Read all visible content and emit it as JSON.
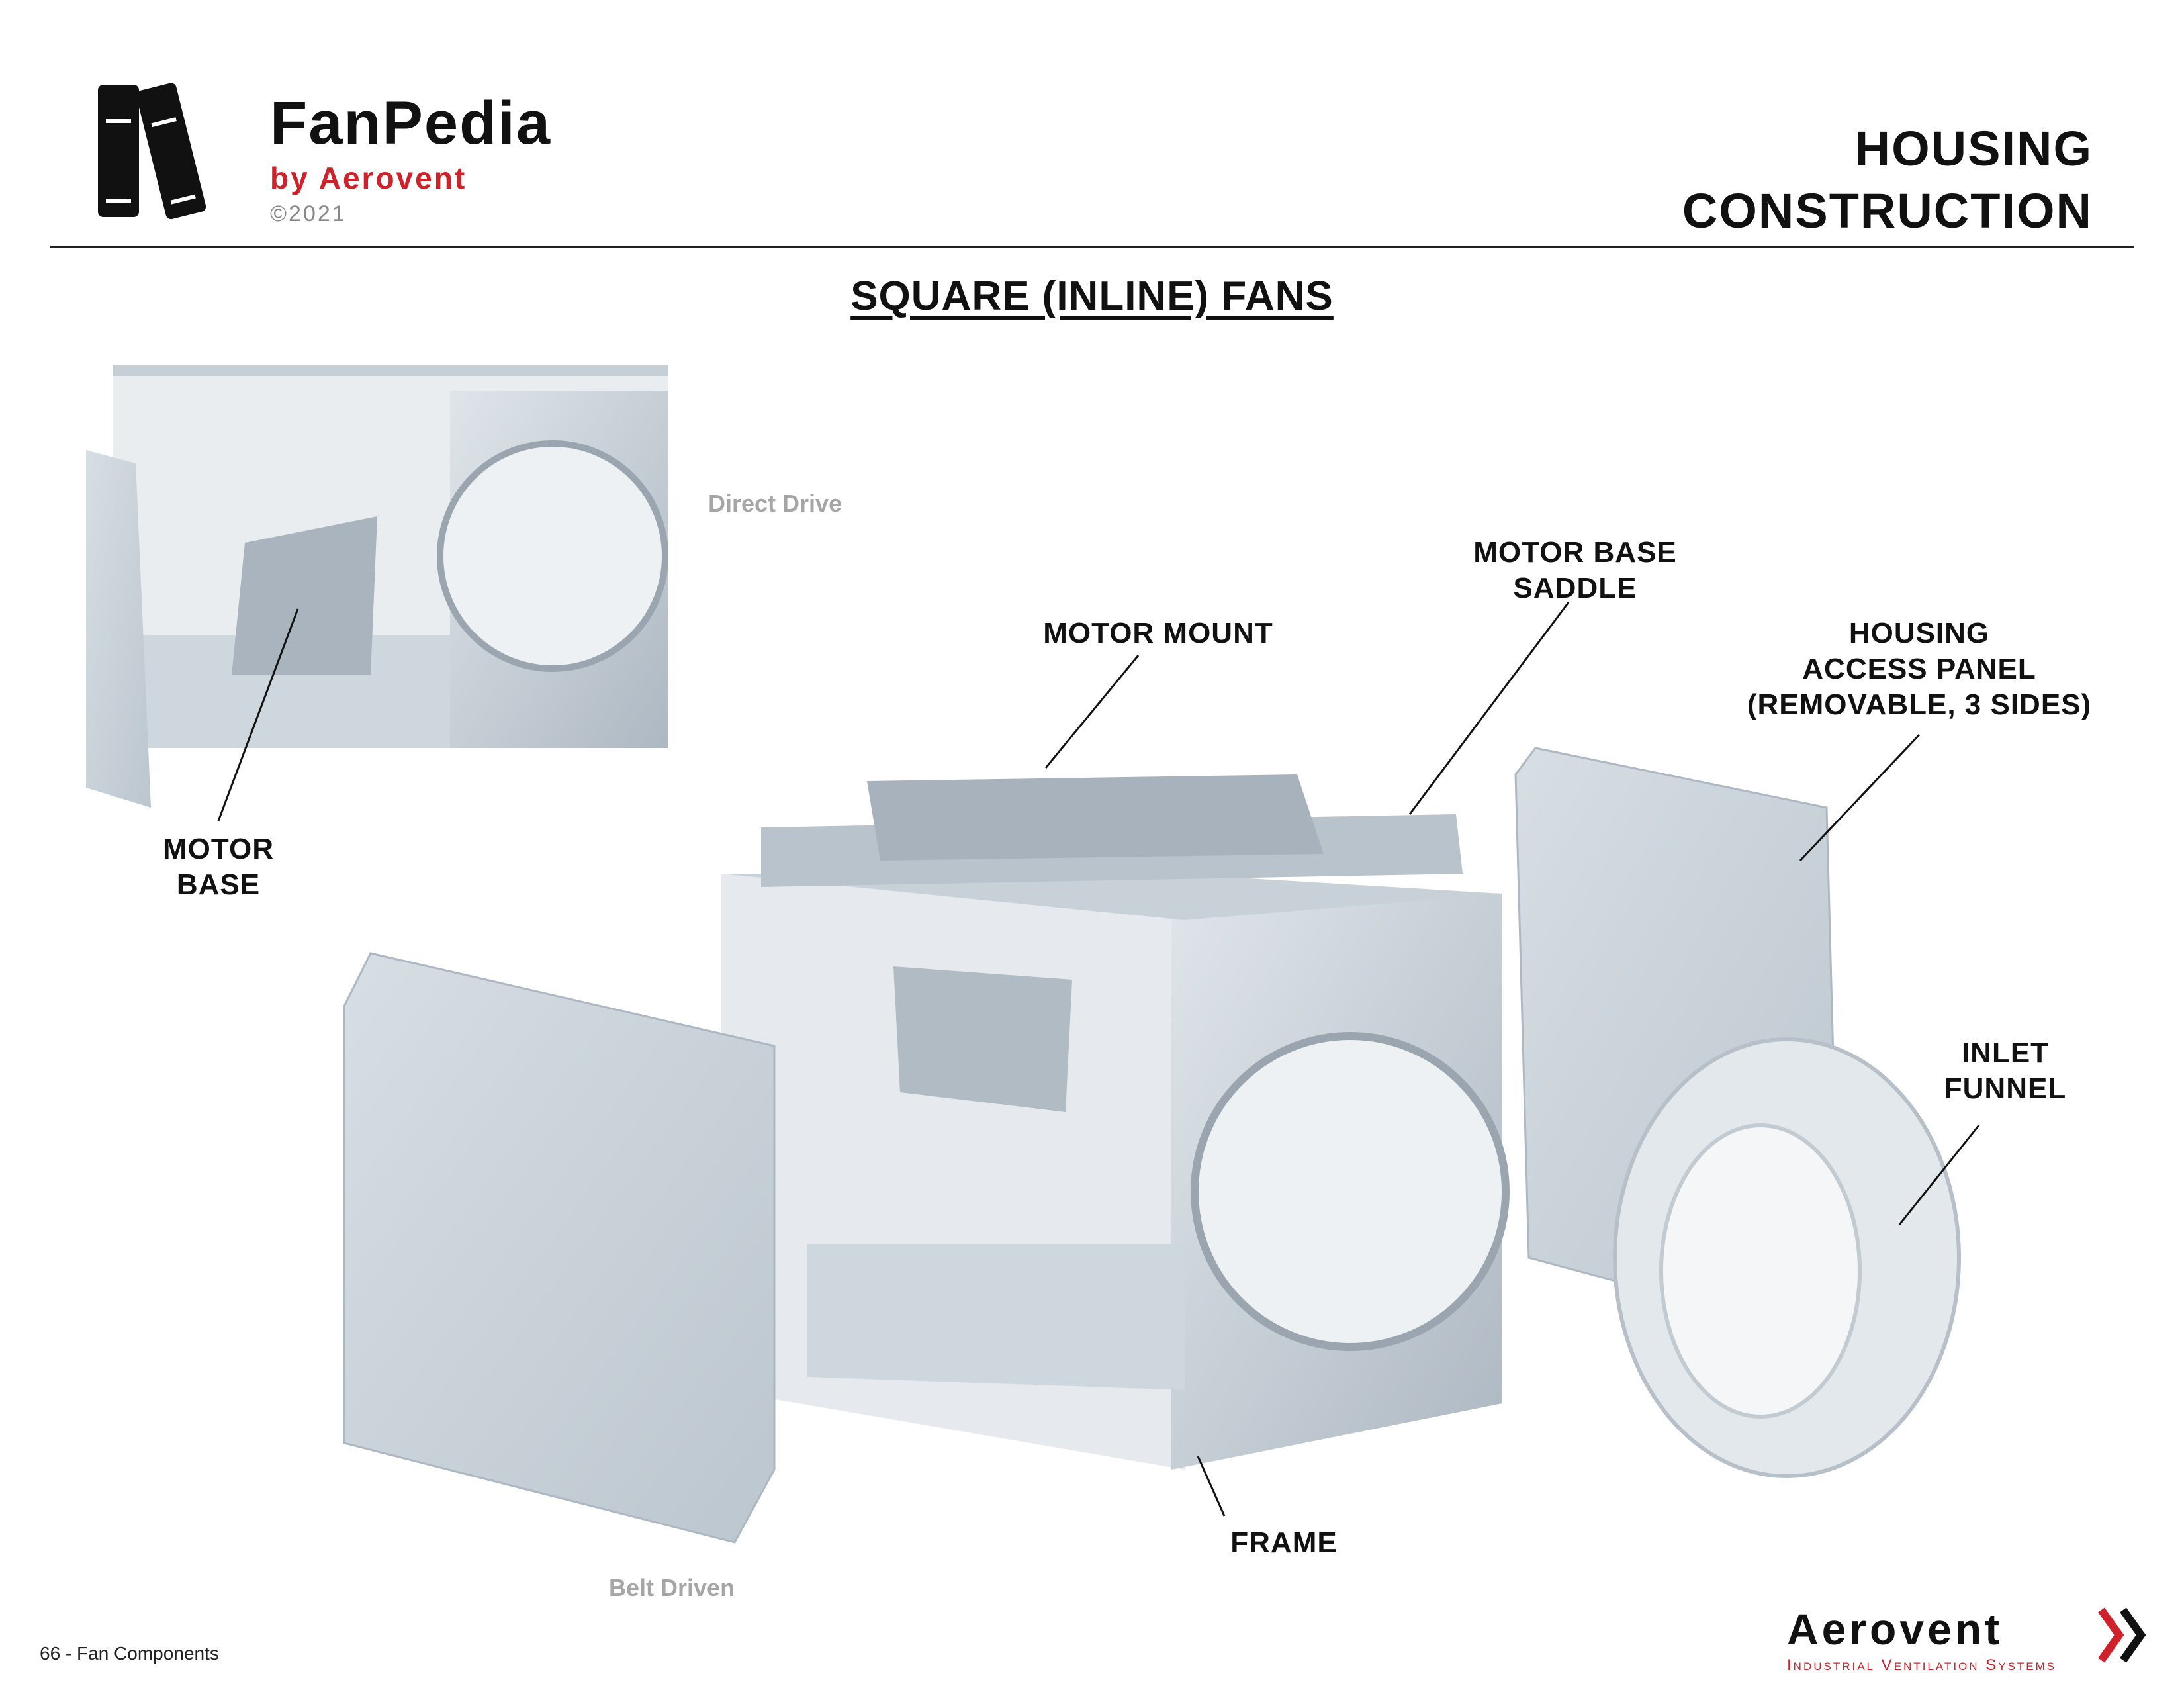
{
  "header": {
    "logo_name": "FanPedia",
    "logo_byline": "by Aerovent",
    "copyright": "©2021",
    "title_line1": "HOUSING",
    "title_line2": "CONSTRUCTION"
  },
  "subtitle": "SQUARE (INLINE) FANS",
  "captions": {
    "direct_drive": "Direct Drive",
    "belt_driven": "Belt Driven"
  },
  "labels": {
    "motor_base": "MOTOR BASE",
    "motor_mount": "MOTOR MOUNT",
    "motor_base_saddle_1": "MOTOR BASE",
    "motor_base_saddle_2": "SADDLE",
    "access_panel_1": "HOUSING",
    "access_panel_2": "ACCESS PANEL",
    "access_panel_3": "(REMOVABLE, 3 SIDES)",
    "inlet_funnel_1": "INLET",
    "inlet_funnel_2": "FUNNEL",
    "frame": "FRAME"
  },
  "footer": {
    "page_ref": "66 - Fan Components",
    "brand": "Aerovent",
    "tagline": "Industrial Ventilation Systems"
  },
  "colors": {
    "accent_red": "#d0202a",
    "metal": "#c9d2da"
  }
}
